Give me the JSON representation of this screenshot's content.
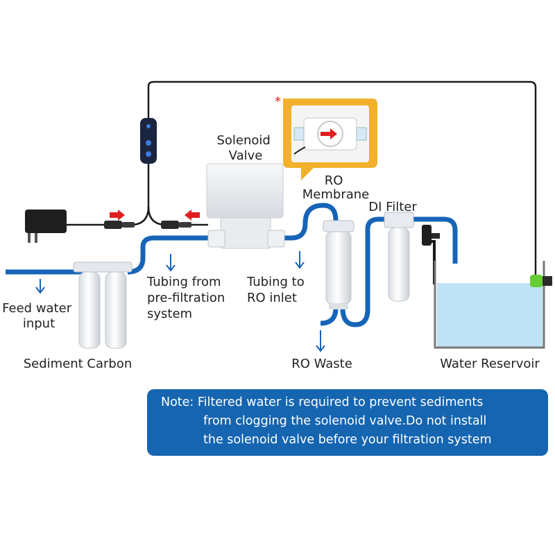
{
  "labels": {
    "solenoid_valve": [
      "Solenoid",
      "Valve"
    ],
    "ro_membrane": [
      "RO",
      "Membrane"
    ],
    "di_filter": "DI Filter",
    "feed_water": [
      "Feed water",
      "input"
    ],
    "tubing_pre": [
      "Tubing  from",
      "pre-filtration",
      "system"
    ],
    "tubing_ro": [
      "Tubing to",
      "RO inlet"
    ],
    "sediment_carbon": "Sediment Carbon",
    "ro_waste": "RO Waste",
    "water_reservoir": "Water Reservoir",
    "asterisk": "*"
  },
  "note": {
    "lines": [
      "Note: Filtered water is required to prevent sediments",
      "from clogging the solenoid valve.Do not install",
      "the solenoid valve before your filtration system"
    ]
  },
  "colors": {
    "tube": "#1664b8",
    "wire": "#1a1a1a",
    "callout": "#f2b02c",
    "note_bg": "#1565b0",
    "water": "#bfe3f5",
    "red_arrow": "#e02020",
    "sensor": "#66cc33"
  }
}
